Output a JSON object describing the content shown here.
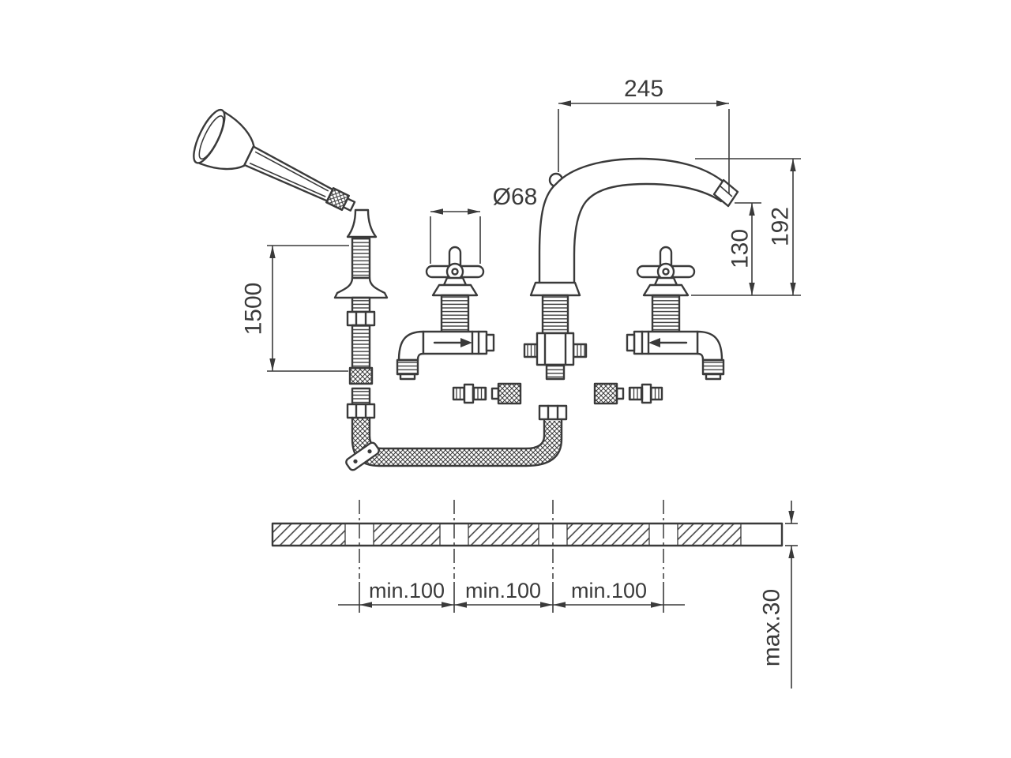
{
  "colors": {
    "line": "#3a3a3a",
    "background": "#ffffff"
  },
  "labels": {
    "spout_reach": "245",
    "handle_diameter": "Ø68",
    "outlet_height": "130",
    "total_height": "192",
    "hose_length": "1500",
    "spacing_1": "min.100",
    "spacing_2": "min.100",
    "spacing_3": "min.100",
    "deck_thickness": "max.30"
  }
}
